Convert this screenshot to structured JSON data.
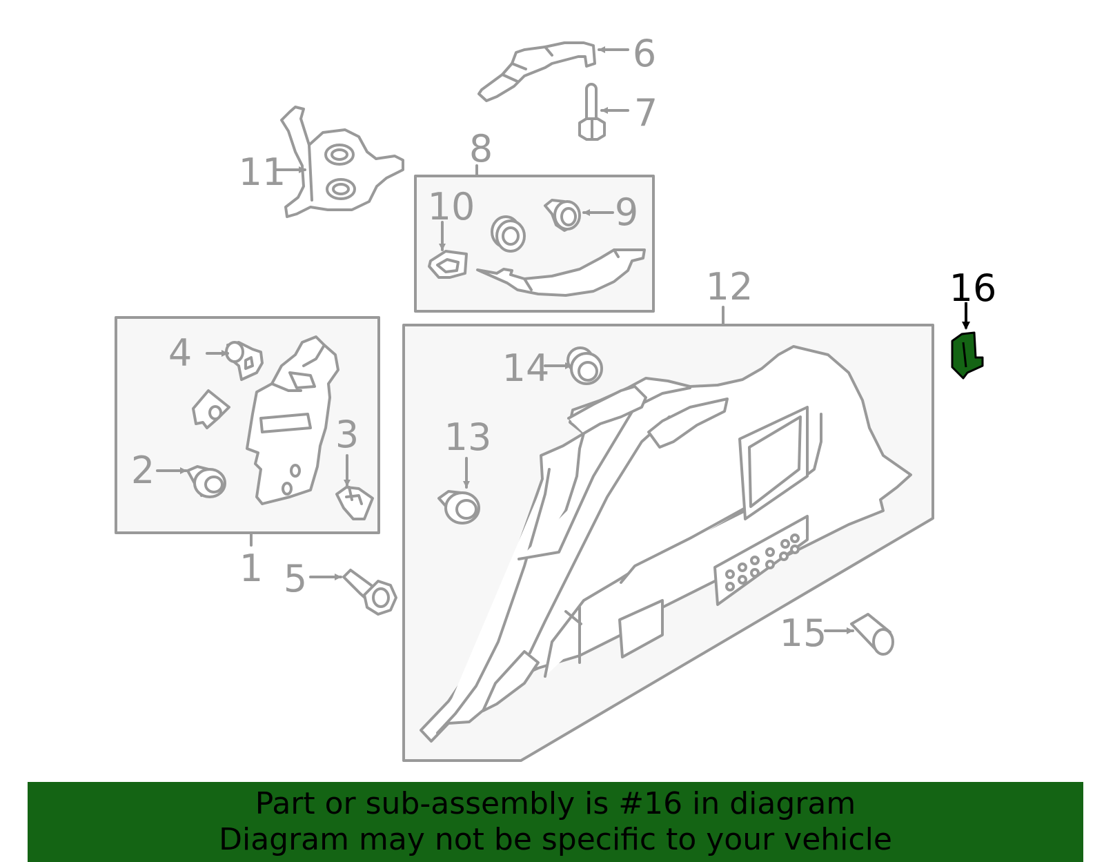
{
  "colors": {
    "line": "#999999",
    "panel_fill": "#f7f7f7",
    "highlight": "#146414",
    "highlight_text": "#000000",
    "banner_bg": "#146414",
    "banner_text": "#000000"
  },
  "callouts": {
    "c1": "1",
    "c2": "2",
    "c3": "3",
    "c4": "4",
    "c5": "5",
    "c6": "6",
    "c7": "7",
    "c8": "8",
    "c9": "9",
    "c10": "10",
    "c11": "11",
    "c12": "12",
    "c13": "13",
    "c14": "14",
    "c15": "15",
    "c16": "16"
  },
  "highlighted_part": "16",
  "banner": {
    "line1": "Part or sub-assembly is #16 in diagram",
    "line2": "Diagram may not be specific to your vehicle"
  }
}
